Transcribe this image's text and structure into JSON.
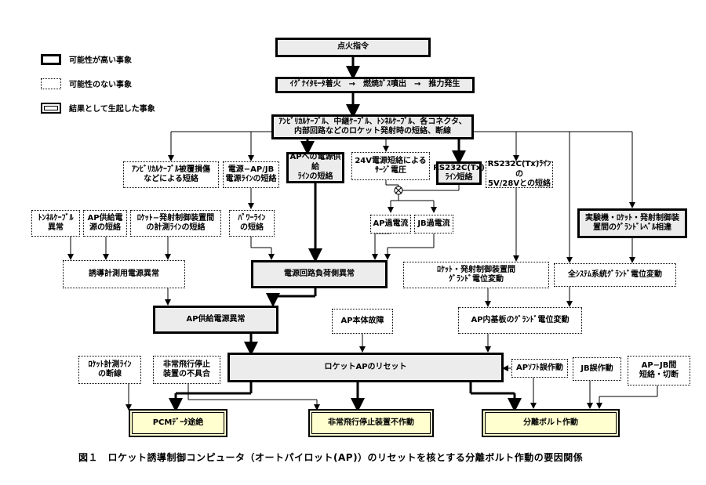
{
  "legend": {
    "likely": "可能性が高い事象",
    "impossible": "可能性のない事象",
    "result": "結果として生起した事象"
  },
  "nodes": {
    "ignition": "点火指令",
    "ignite_chain": "ｲｸﾞﾅｲﾀﾓｰﾀ着火　→　燃焼ｶﾞｽ噴出　→　推力発生",
    "short_circuit_root": "ｱﾝﾋﾞﾘｶﾙｹｰﾌﾞﾙ、中継ｹｰﾌﾞﾙ、ﾄﾝﾈﾙｹｰﾌﾞﾙ、各コネクタ、\n内部回路などのロケット発射時の短絡、断線",
    "umbilical_damage": "ｱﾝﾋﾞﾘｶﾙｹｰﾌﾞﾙ被覆損傷\nなどによる短絡",
    "power_ap_jb": "電源−AP/JB\n電源ﾗｲﾝの短絡",
    "ap_power_line": "APへの電源供給\nﾗｲﾝの短絡",
    "surge_24v": "24V電源短絡による\nｻｰｼﾞ電圧",
    "rs232_short": "RS232C(Tx)\nﾗｲﾝ短絡",
    "rs232_5v": "RS232C(Tx)ﾗｲﾝの\n5V/28Vとの短絡",
    "tunnel_cable": "ﾄﾝﾈﾙｹｰﾌﾞﾙ\n異常",
    "ap_supply_short": "AP供給電\n源の短絡",
    "rocket_launch_line": "ﾛｹｯﾄ−発射制御装置間\nの計測ﾗｲﾝの短絡",
    "power_line": "ﾊﾟﾜｰﾗｲﾝ\nの短絡",
    "ap_overcurrent": "AP過電流",
    "jb_overcurrent": "JB過電流",
    "ground_level": "実験機・ﾛｹｯﾄ・発射制御装\n置間のｸﾞﾗﾝﾄﾞﾚﾍﾞﾙ相違",
    "guidance_power": "誘導計測用電源異常",
    "power_load": "電源回路負荷側異常",
    "rocket_ground": "ﾛｹｯﾄ・発射制御装置間\nｸﾞﾗﾝﾄﾞ電位変動",
    "all_system_ground": "全ｼｽﾃﾑ系統ｸﾞﾗﾝﾄﾞ電位変動",
    "ap_power_abnormal": "AP供給電源異常",
    "ap_failure": "AP本体故障",
    "ap_board_ground": "AP内基板のｸﾞﾗﾝﾄﾞ電位変動",
    "measure_break": "ﾛｹｯﾄ計測ﾗｲﾝ\nの断線",
    "emergency_malfunction": "非常飛行停止\n装置の不具合",
    "rocket_ap_reset": "ロケットAPのリセット",
    "ap_soft": "APｿﾌﾄ誤作動",
    "jb_malfunction": "JB誤作動",
    "ap_jb_short": "AP−JB間\n短絡・切断",
    "pcm_data": "PCMﾃﾞｰﾀ途絶",
    "emergency_stop": "非常飛行停止装置不作動",
    "separation_bolt": "分離ボルト作動"
  },
  "caption": "図１　ロケット誘導制御コンピュータ（オートパイロット(AP)）のリセットを核とする分離ボルト作動の要因関係"
}
